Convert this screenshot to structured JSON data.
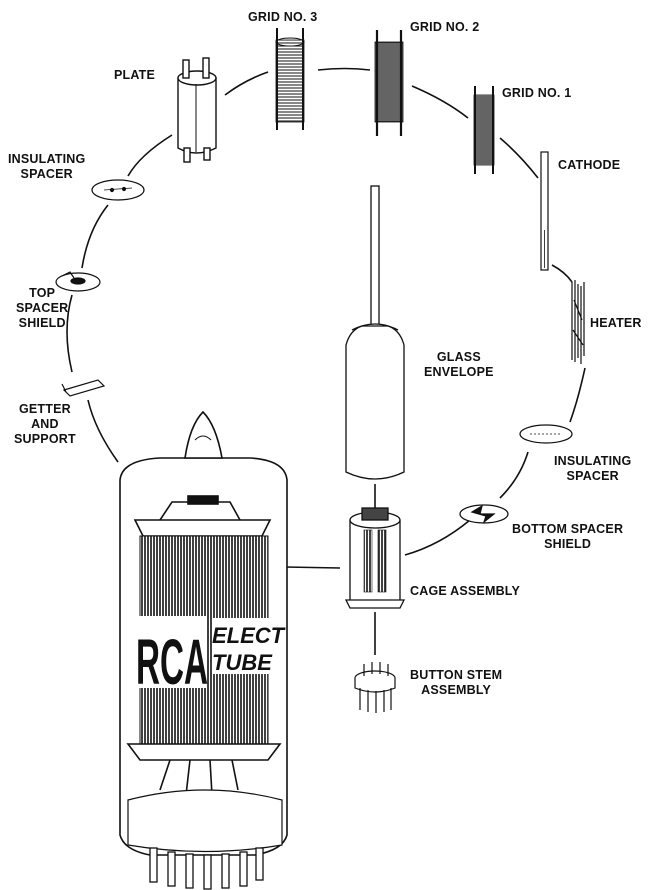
{
  "labels": {
    "grid3": "GRID NO. 3",
    "grid2": "GRID NO. 2",
    "grid1": "GRID NO. 1",
    "plate": "PLATE",
    "cathode": "CATHODE",
    "insulating_spacer_top": [
      "INSULATING",
      "SPACER"
    ],
    "top_spacer_shield": [
      "TOP",
      "SPACER",
      "SHIELD"
    ],
    "getter_support": [
      "GETTER",
      "AND",
      "SUPPORT"
    ],
    "heater": "HEATER",
    "glass_envelope": [
      "GLASS",
      "ENVELOPE"
    ],
    "insulating_spacer_bottom": [
      "INSULATING",
      "SPACER"
    ],
    "bottom_spacer_shield": [
      "BOTTOM SPACER",
      "SHIELD"
    ],
    "cage_assembly": "CAGE ASSEMBLY",
    "button_stem": [
      "BUTTON STEM",
      "ASSEMBLY"
    ]
  },
  "tube_brand": {
    "logo": "RCA",
    "text_lines": [
      "ELECT",
      "TUBE"
    ]
  },
  "colors": {
    "ink": "#111111",
    "paper": "#ffffff",
    "dark_fill": "#2a2a2a"
  }
}
